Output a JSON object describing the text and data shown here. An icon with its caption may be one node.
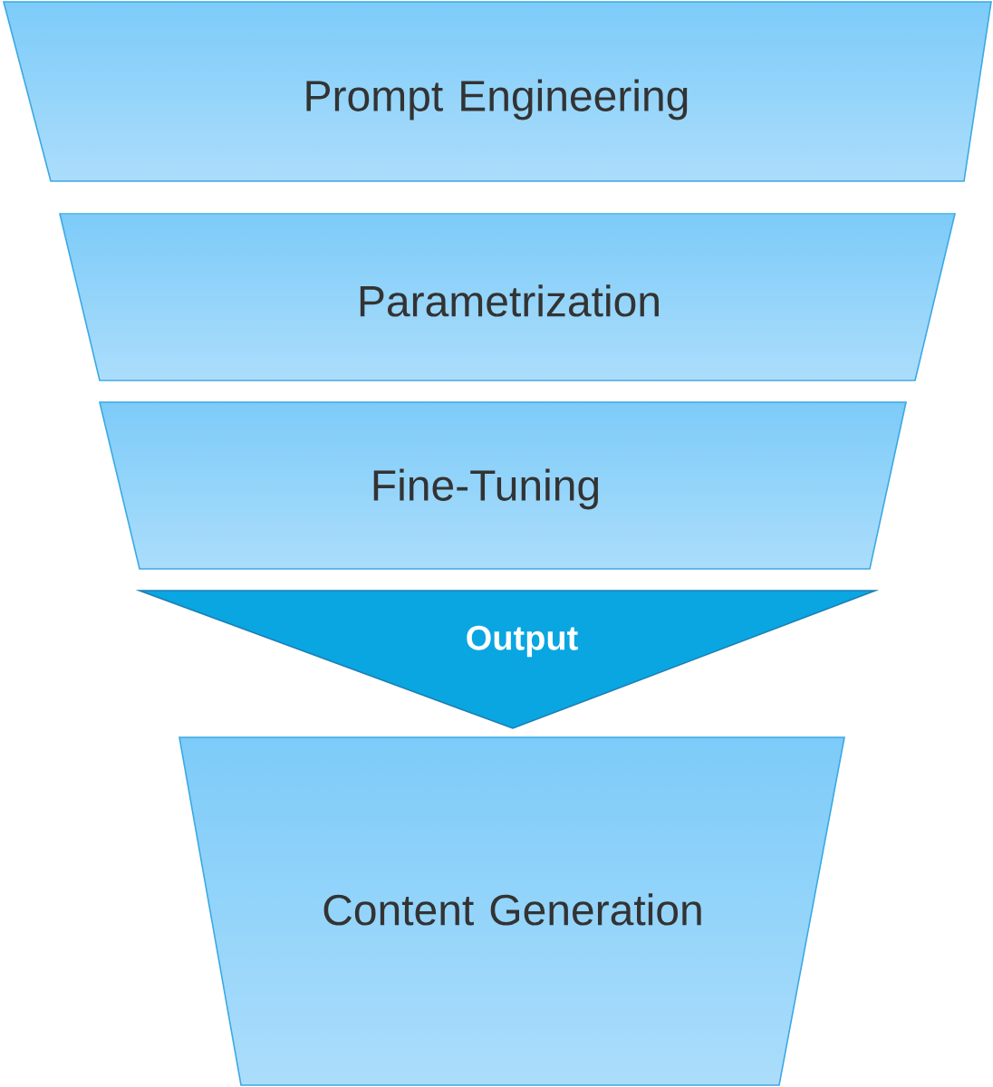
{
  "diagram": {
    "nodes": [
      {
        "text": [
          "Prompt Engineering"
        ]
      },
      {
        "text": [
          "Parametrization"
        ]
      },
      {
        "text": [
          "Fine-Tuning"
        ]
      },
      {
        "text": [
          "Output"
        ]
      },
      {
        "text": [
          "Content Generation"
        ]
      }
    ]
  }
}
